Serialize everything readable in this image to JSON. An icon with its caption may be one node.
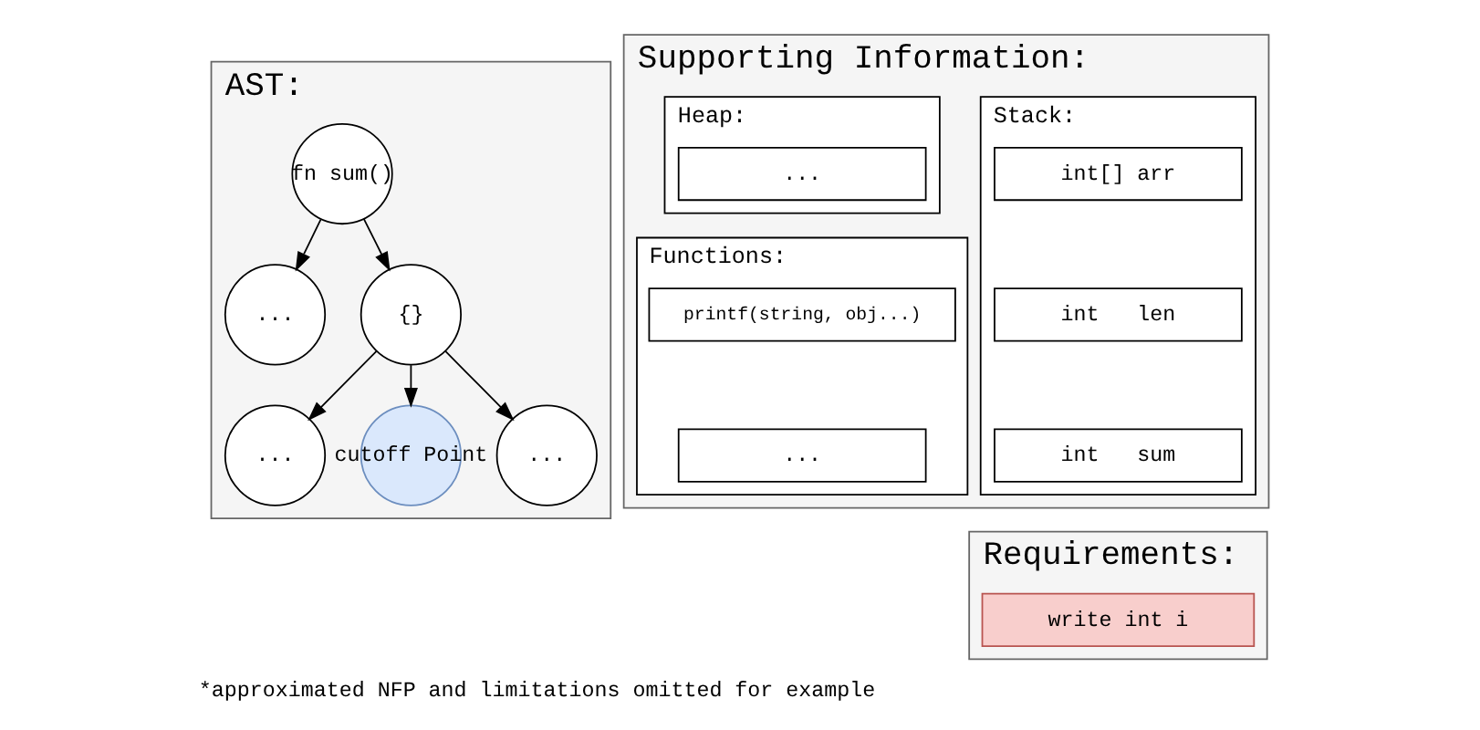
{
  "diagram": {
    "caption": "*approximated NFP and limitations omitted for example",
    "nodes": [
      {
        "text": [
          "AST:"
        ]
      },
      {
        "text": [
          "fn sum()"
        ],
        "in": 0
      },
      {
        "text": [
          "..."
        ],
        "in": 0
      },
      {
        "text": [
          "{}"
        ],
        "in": 0
      },
      {
        "text": [
          "..."
        ],
        "in": 0
      },
      {
        "text": [
          "cutoff Point"
        ],
        "in": 0
      },
      {
        "text": [
          "..."
        ],
        "in": 0
      },
      {
        "text": [
          "Supporting Information:"
        ]
      },
      {
        "text": [
          "Stack:"
        ],
        "in": 7
      },
      {
        "text": [
          "int[] arr"
        ],
        "in": 8
      },
      {
        "text": [
          "int   len"
        ],
        "in": 8
      },
      {
        "text": [
          "int   sum"
        ],
        "in": 8
      },
      {
        "text": [
          "Heap:"
        ],
        "in": 7
      },
      {
        "text": [
          "..."
        ],
        "in": 12
      },
      {
        "text": [
          "Functions:"
        ],
        "in": 7
      },
      {
        "text": [
          "printf(string, obj...)"
        ],
        "in": 14
      },
      {
        "text": [
          "..."
        ],
        "in": 14
      },
      {
        "text": [
          "Requirements:"
        ]
      },
      {
        "text": [
          "write int i"
        ],
        "in": 17
      }
    ],
    "edges": [
      {
        "from": 1,
        "to": 2,
        "arrow": "to"
      },
      {
        "from": 1,
        "to": 3,
        "arrow": "to"
      },
      {
        "from": 3,
        "to": 4,
        "arrow": "to"
      },
      {
        "from": 3,
        "to": 5,
        "arrow": "to"
      },
      {
        "from": 3,
        "to": 6,
        "arrow": "to"
      }
    ]
  }
}
